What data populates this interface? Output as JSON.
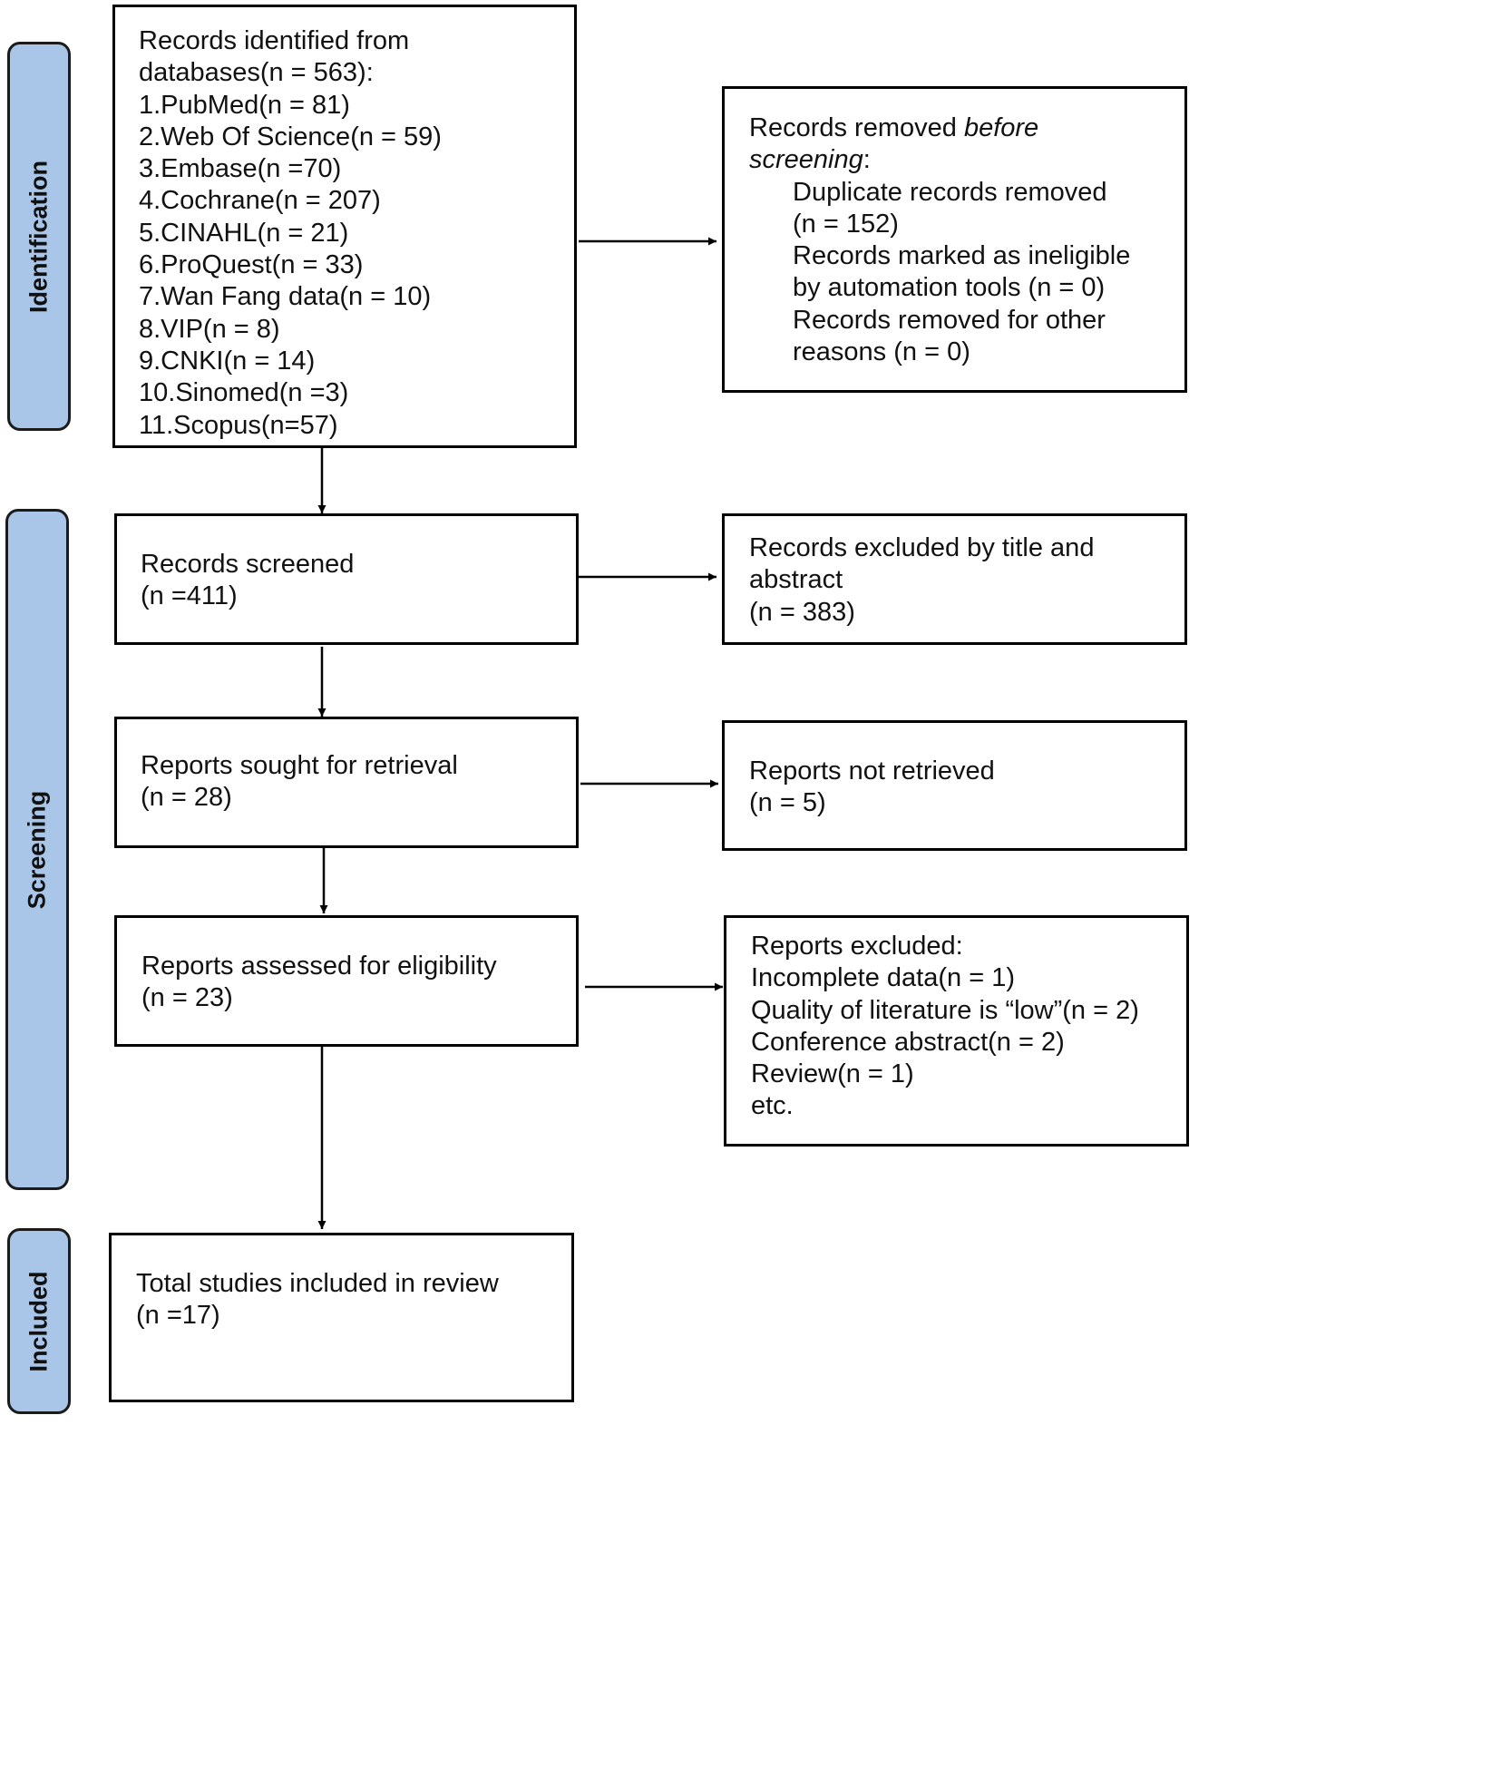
{
  "stages": {
    "identification": "Identification",
    "screening": "Screening",
    "included": "Included"
  },
  "identified": {
    "heading_1": "Records identified from",
    "heading_2": "databases(n = 563):",
    "databases": [
      "1.PubMed(n = 81)",
      "2.Web Of Science(n = 59)",
      "3.Embase(n =70)",
      "4.Cochrane(n = 207)",
      "5.CINAHL(n = 21)",
      "6.ProQuest(n = 33)",
      "7.Wan Fang data(n = 10)",
      "8.VIP(n = 8)",
      "9.CNKI(n = 14)",
      "10.Sinomed(n =3)",
      "11.Scopus(n=57)"
    ]
  },
  "removed_before_screening": {
    "heading_prefix": "Records removed ",
    "heading_italic_1": "before",
    "heading_italic_2": "screening",
    "heading_suffix": ":",
    "lines": [
      "Duplicate records removed",
      "(n = 152)",
      "Records marked as ineligible",
      "by automation tools (n = 0)",
      "Records removed for other",
      "reasons (n = 0)"
    ]
  },
  "screened": {
    "label": "Records screened",
    "count": "(n =411)"
  },
  "excluded_title_abstract": {
    "lines": [
      "Records excluded by title and",
      "abstract",
      "(n = 383)"
    ]
  },
  "sought": {
    "label": "Reports sought for retrieval",
    "count": "(n = 28)"
  },
  "not_retrieved": {
    "label": "Reports not retrieved",
    "count": "(n = 5)"
  },
  "assessed": {
    "label": "Reports assessed for eligibility",
    "count": "(n = 23)"
  },
  "reports_excluded": {
    "heading": "Reports excluded:",
    "reasons": [
      "Incomplete data(n = 1)",
      "Quality of literature is “low”(n = 2)",
      "Conference abstract(n = 2)",
      "Review(n = 1)",
      "etc."
    ]
  },
  "included": {
    "label": "Total studies included in review",
    "count": "(n =17)"
  }
}
